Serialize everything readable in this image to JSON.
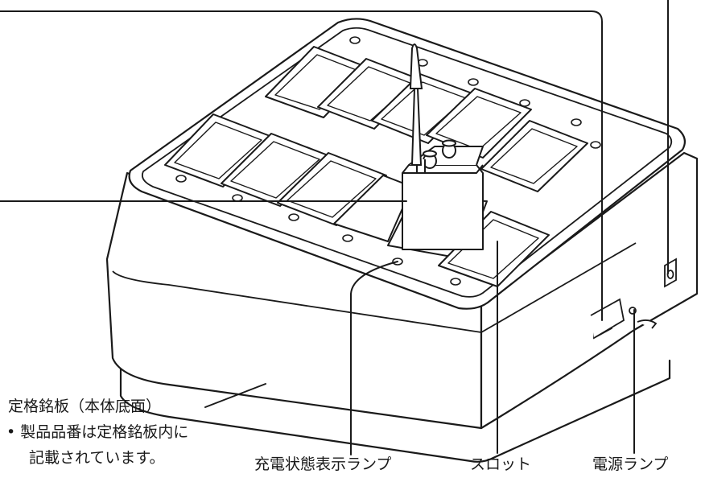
{
  "labels": {
    "rating_plate": "定格銘板（本体底面）",
    "note_line1": "• 製品品番は定格銘板内に",
    "note_line2": "記載されています。",
    "charge_lamp": "充電状態表示ランプ",
    "slot": "スロット",
    "power_lamp": "電源ランプ"
  },
  "colors": {
    "stroke": "#1a1a1a",
    "body": "#ffffff"
  }
}
